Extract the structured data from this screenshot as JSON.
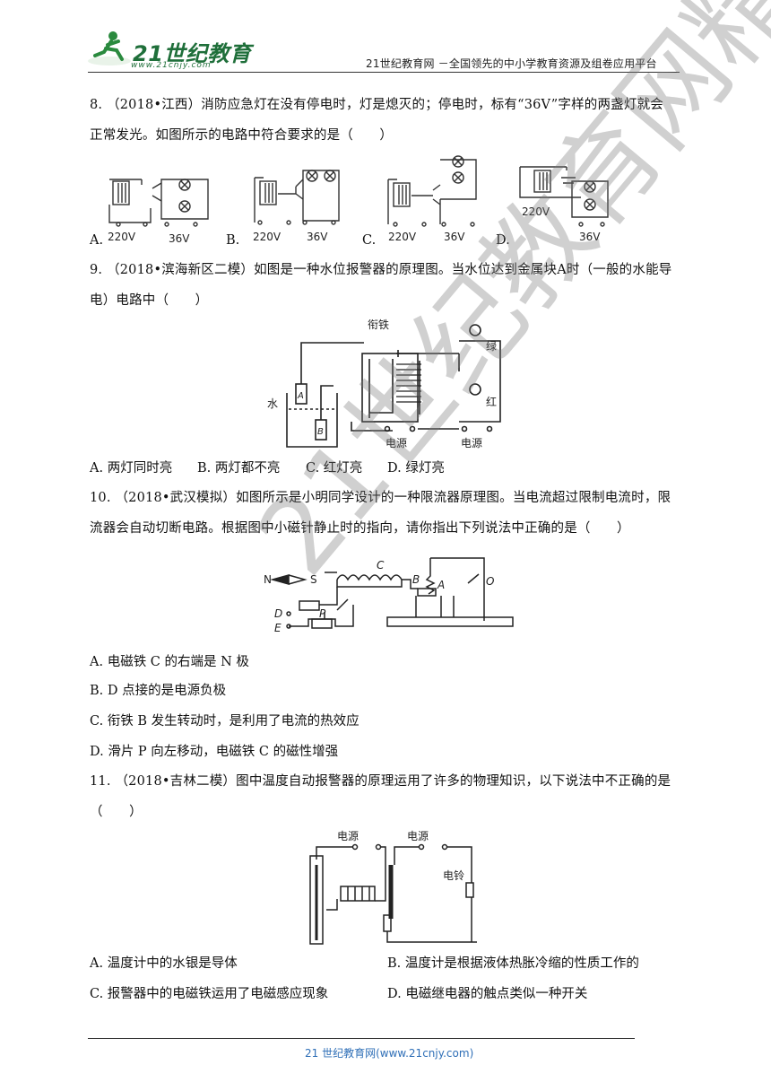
{
  "header": {
    "logo_text": "21世纪教育",
    "logo_sub": "www.21cnjy.com",
    "right_text": "21世纪教育网 －全国领先的中小学教育资源及组卷应用平台"
  },
  "watermark": "21世纪教育网精品资料",
  "questions": {
    "q8": {
      "line1": "8. （2018•江西）消防应急灯在没有停电时，灯是熄灭的；停电时，标有“36V”字样的两盏灯就会",
      "line2": "正常发光。如图所示的电路中符合要求的是（　　）",
      "options": [
        "A.",
        "B.",
        "C.",
        "D."
      ],
      "fig_labels": [
        "220V",
        "36V"
      ]
    },
    "q9": {
      "line1": "9. （2018•滨海新区二模）如图是一种水位报警器的原理图。当水位达到金属块A时（一般的水能导",
      "line2": "电）电路中（　　）",
      "fig": {
        "armature": "衔铁",
        "green": "绿",
        "red": "红",
        "water": "水",
        "block_a": "A",
        "block_b": "B",
        "power1": "电源",
        "power2": "电源"
      },
      "options": [
        "A. 两灯同时亮",
        "B. 两灯都不亮",
        "C. 红灯亮",
        "D. 绿灯亮"
      ]
    },
    "q10": {
      "line1": "10. （2018•武汉模拟）如图所示是小明同学设计的一种限流器原理图。当电流超过限制电流时，限",
      "line2": "流器会自动切断电路。根据图中小磁针静止时的指向，请你指出下列说法中正确的是（　　）",
      "fig": {
        "n": "N",
        "s": "S",
        "c": "C",
        "b": "B",
        "a": "A",
        "o": "O",
        "d": "D",
        "e": "E",
        "p": "P"
      },
      "options": [
        "A. 电磁铁 C 的右端是 N 极",
        "B. D 点接的是电源负极",
        "C. 衔铁 B 发生转动时，是利用了电流的热效应",
        "D. 滑片 P 向左移动，电磁铁 C 的磁性增强"
      ]
    },
    "q11": {
      "line1": "11. （2018•吉林二模）图中温度自动报警器的原理运用了许多的物理知识，以下说法中不正确的是",
      "line2": "（　　）",
      "fig": {
        "power1": "电源",
        "power2": "电源",
        "bell": "电铃"
      },
      "options": [
        "A. 温度计中的水银是导体",
        "B. 温度计是根据液体热胀冷缩的性质工作的",
        "C. 报警器中的电磁铁运用了电磁感应现象",
        "D. 电磁继电器的触点类似一种开关"
      ]
    }
  },
  "footer": {
    "text": "21 世纪教育网(www.21cnjy.com)"
  }
}
